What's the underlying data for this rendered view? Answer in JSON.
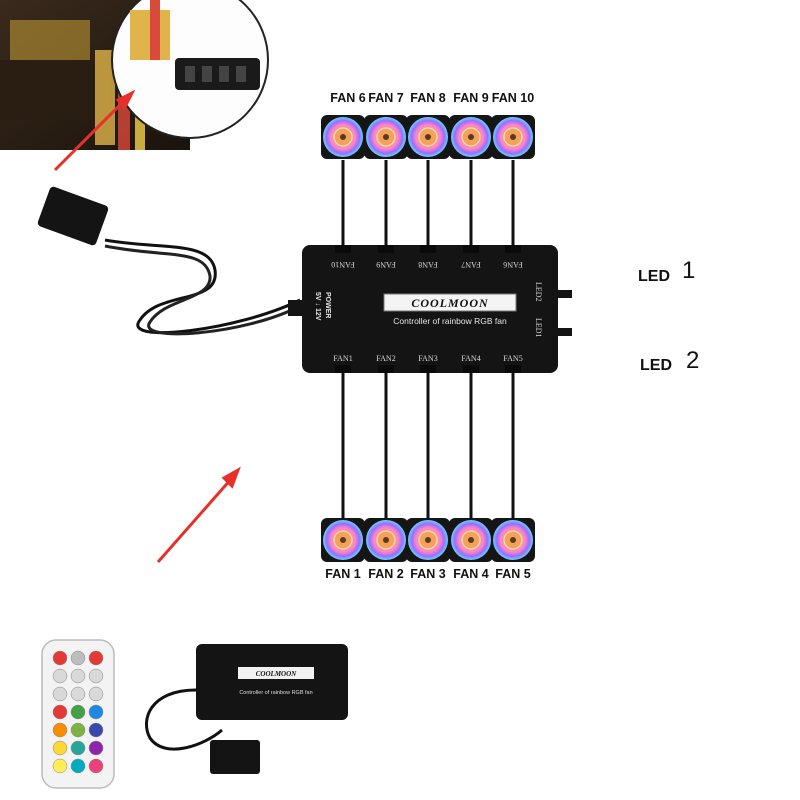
{
  "fans_top": [
    "FAN 6",
    "FAN 7",
    "FAN 8",
    "FAN 9",
    "FAN 10"
  ],
  "fans_bottom": [
    "FAN 1",
    "FAN 2",
    "FAN 3",
    "FAN 4",
    "FAN 5"
  ],
  "ports_top": [
    "FAN10",
    "FAN9",
    "FAN8",
    "FAN7",
    "FAN6"
  ],
  "ports_bottom": [
    "FAN1",
    "FAN2",
    "FAN3",
    "FAN4",
    "FAN5"
  ],
  "led1": {
    "label": "LED",
    "number": "1",
    "port": "LED2"
  },
  "led2": {
    "label": "LED",
    "number": "2",
    "port": "LED1"
  },
  "controller": {
    "brand": "COOLMOON",
    "subtitle": "Controller of rainbow RGB fan",
    "power": "POWER",
    "power_spec": "5V ↓ 12V"
  },
  "colors": {
    "controller_body": "#141414",
    "arrow": "#e8302a",
    "fan_ring_1": "#4fd6ff",
    "fan_ring_2": "#c04dff",
    "fan_ring_3": "#ff5fb8",
    "fan_center": "#f4a259",
    "remote_red": "#e53935",
    "remote_yellow": "#fdd835",
    "remote_green": "#43a047",
    "remote_blue": "#1e88e5"
  },
  "icons": [
    "psu-image",
    "molex-connector-icon",
    "red-arrow-icon",
    "rgb-fan-icon",
    "led-strip-icon",
    "remote-control-icon"
  ]
}
